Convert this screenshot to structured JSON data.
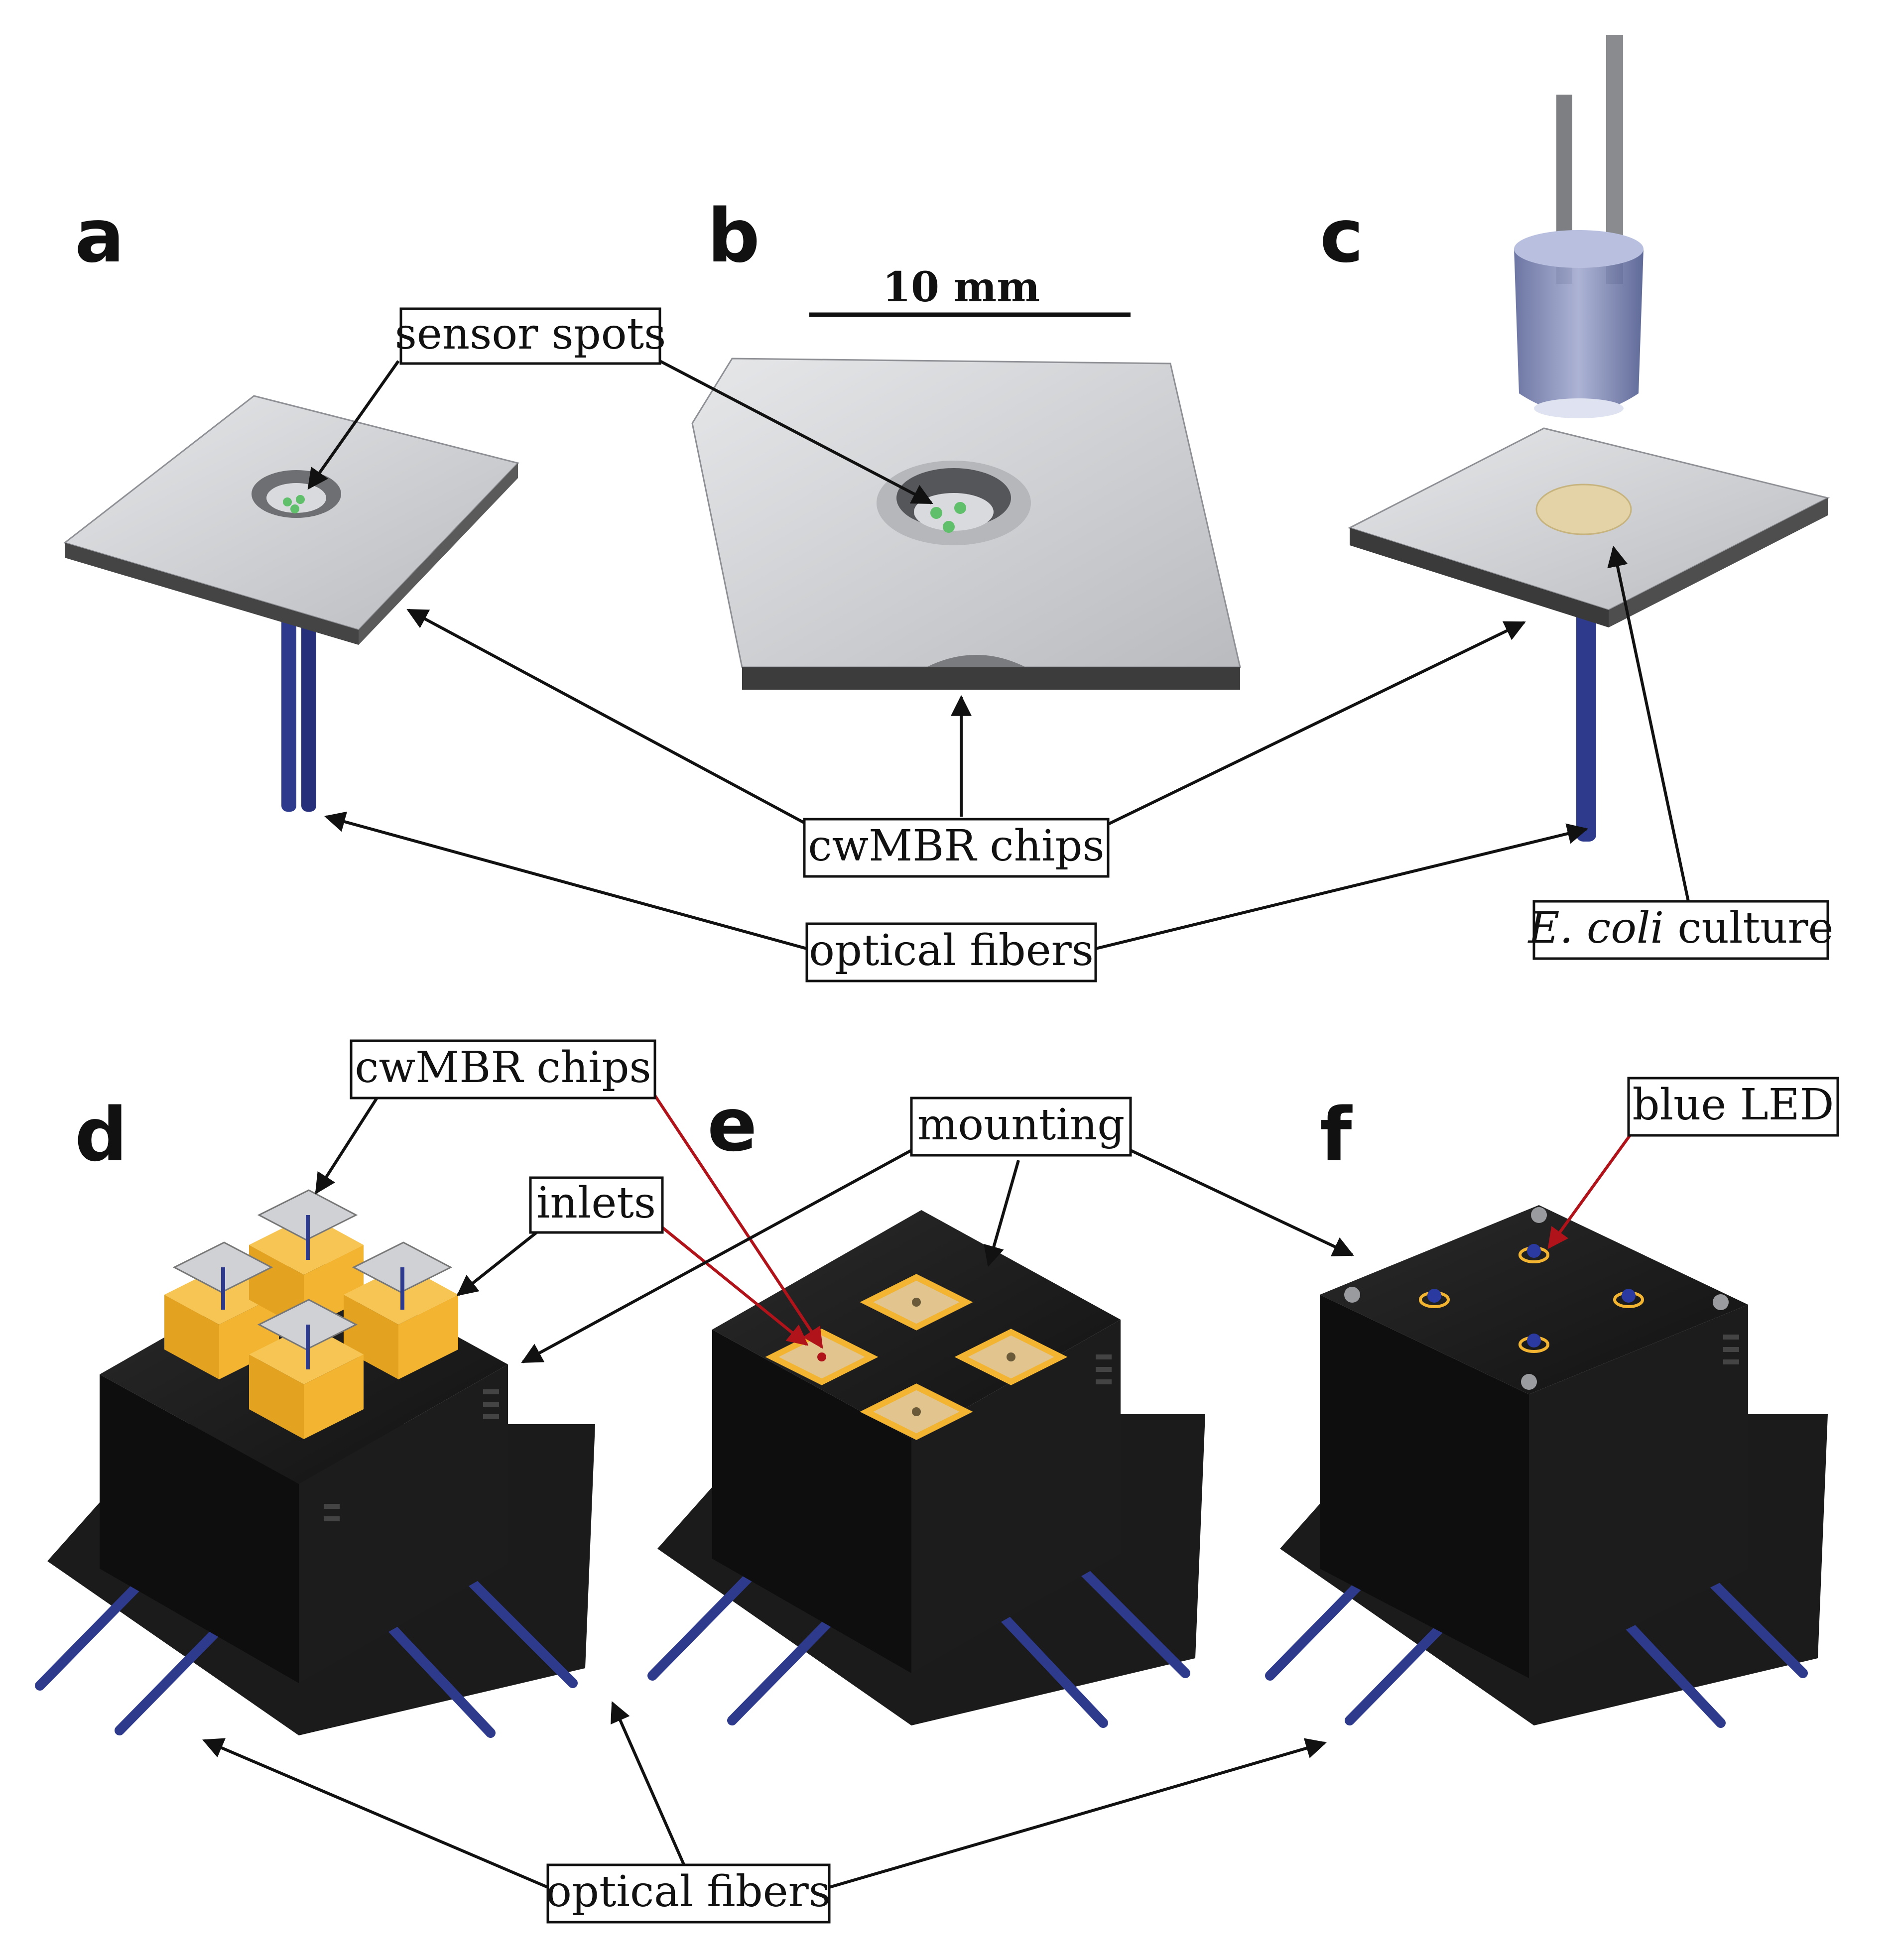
{
  "panels": {
    "a": "a",
    "b": "b",
    "c": "c",
    "d": "d",
    "e": "e",
    "f": "f"
  },
  "scale_bar": {
    "label": "10 mm"
  },
  "labels": {
    "sensor_spots": "sensor spots",
    "cwmbr_chips_top": "cwMBR chips",
    "optical_fibers_top": "optical fibers",
    "ecoli_italic": "E. coli",
    "ecoli_rest": " culture",
    "cwmbr_chips_bottom": "cwMBR chips",
    "inlets": "inlets",
    "mounting": "mounting",
    "blue_led": "blue LED",
    "optical_fibers_bottom": "optical fibers"
  },
  "colors": {
    "fiber_blue": "#2e3a8c",
    "chip_glass": "#c9cbce",
    "sensor_green": "#5fbf6a",
    "holder_yellow": "#f2b431",
    "housing_black": "#151515",
    "culture_beige": "#e3d3a6",
    "vial_blue": "#7b86b6",
    "arrow_red": "#b0131a",
    "led_blue": "#2a3aa0"
  }
}
